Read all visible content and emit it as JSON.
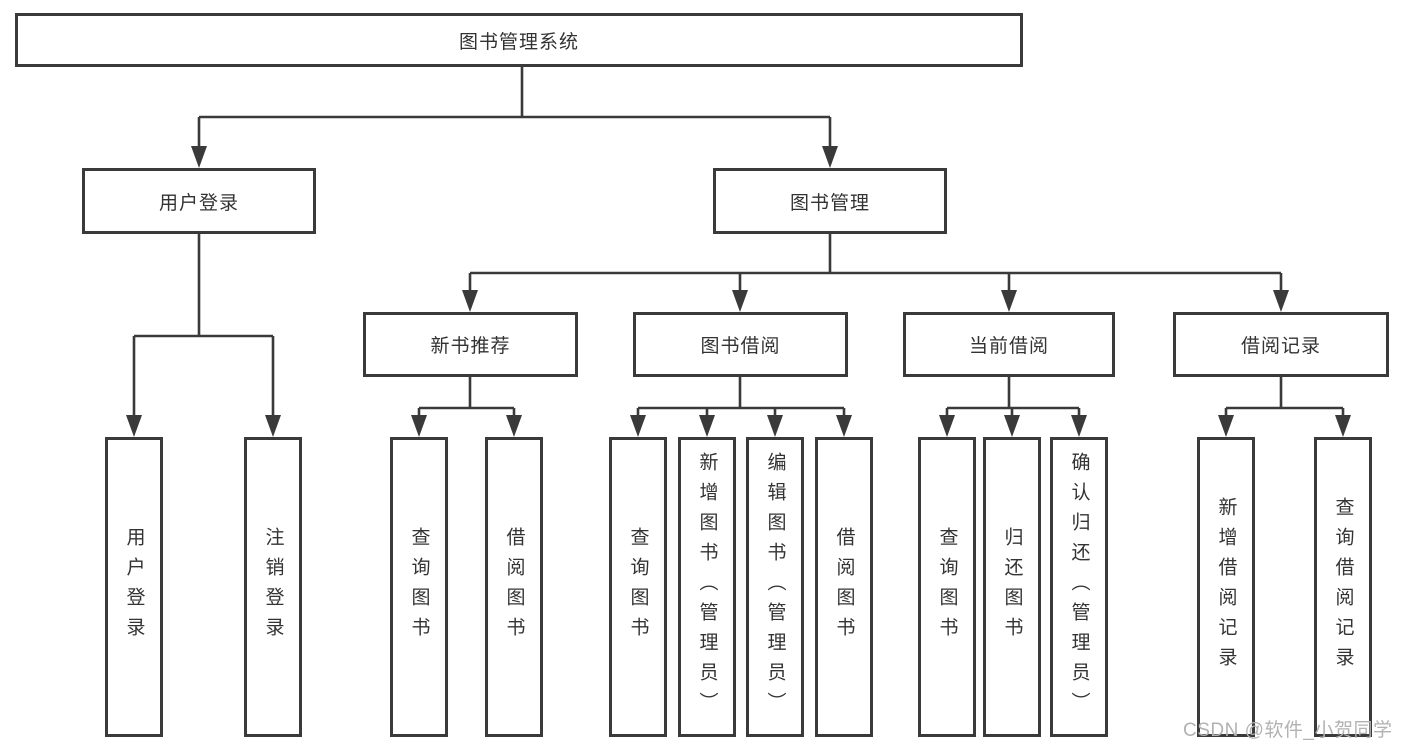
{
  "diagram": {
    "root": {
      "label": "图书管理系统"
    },
    "level2": [
      {
        "label": "用户登录"
      },
      {
        "label": "图书管理"
      }
    ],
    "level3": [
      {
        "parent": "图书管理",
        "label": "新书推荐"
      },
      {
        "parent": "图书管理",
        "label": "图书借阅"
      },
      {
        "parent": "图书管理",
        "label": "当前借阅"
      },
      {
        "parent": "图书管理",
        "label": "借阅记录"
      }
    ],
    "leaves": [
      {
        "parent": "用户登录",
        "label": "用户登录"
      },
      {
        "parent": "用户登录",
        "label": "注销登录"
      },
      {
        "parent": "新书推荐",
        "label": "查询图书"
      },
      {
        "parent": "新书推荐",
        "label": "借阅图书"
      },
      {
        "parent": "图书借阅",
        "label": "查询图书"
      },
      {
        "parent": "图书借阅",
        "label": "新增图书（管理员）"
      },
      {
        "parent": "图书借阅",
        "label": "编辑图书（管理员）"
      },
      {
        "parent": "图书借阅",
        "label": "借阅图书"
      },
      {
        "parent": "当前借阅",
        "label": "查询图书"
      },
      {
        "parent": "当前借阅",
        "label": "归还图书"
      },
      {
        "parent": "当前借阅",
        "label": "确认归还（管理员）"
      },
      {
        "parent": "借阅记录",
        "label": "新增借阅记录"
      },
      {
        "parent": "借阅记录",
        "label": "查询借阅记录"
      }
    ]
  },
  "watermark": {
    "text": "CSDN @软件_小贺同学"
  },
  "colors": {
    "line": "#3a3a3a",
    "text": "#333333",
    "watermark": "#b2b2b2",
    "background": "#ffffff"
  }
}
